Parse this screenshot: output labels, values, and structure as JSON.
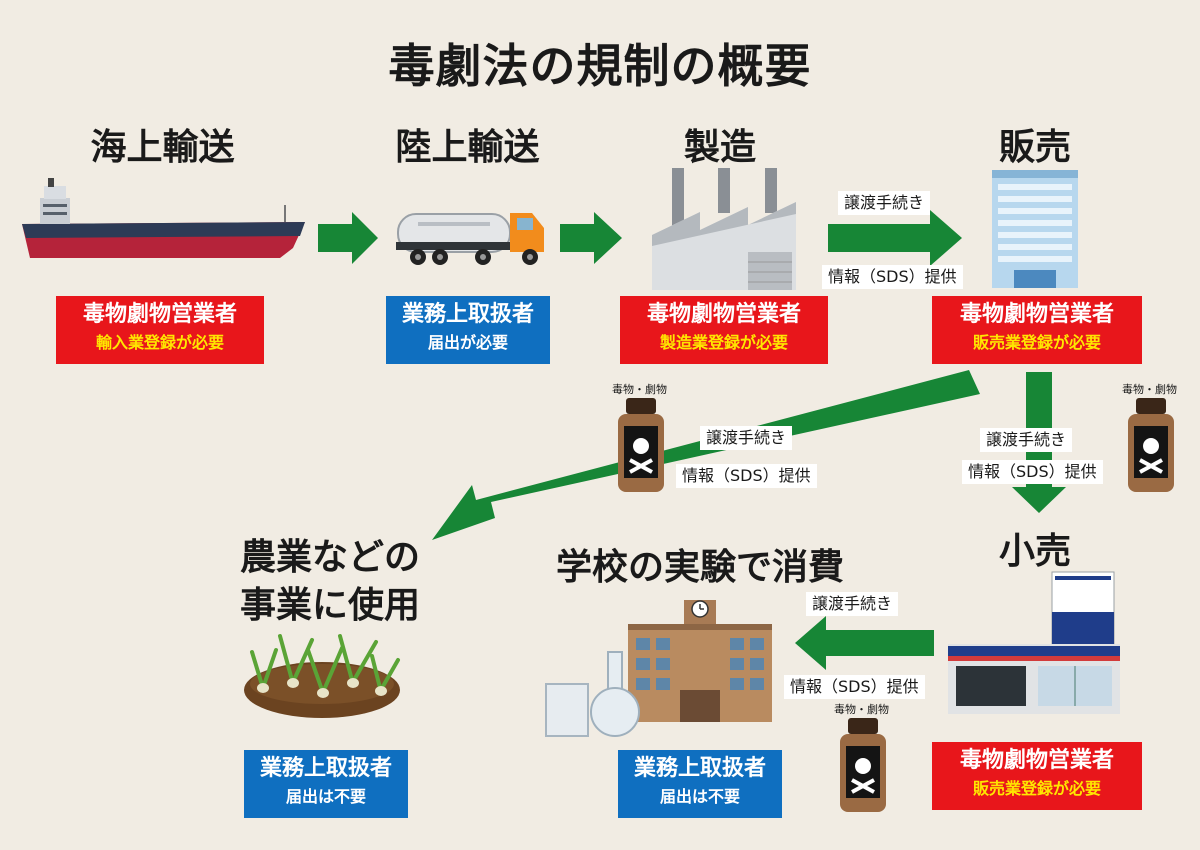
{
  "title": "毒劇法の規制の概要",
  "stages": {
    "sea": "海上輸送",
    "land": "陸上輸送",
    "manufacture": "製造",
    "sales": "販売",
    "retail": "小売",
    "agri_line1": "農業などの",
    "agri_line2": "事業に使用",
    "school": "学校の実験で消費"
  },
  "badges": {
    "sea": {
      "line1": "毒物劇物営業者",
      "line2": "輸入業登録が必要"
    },
    "land": {
      "line1": "業務上取扱者",
      "line2": "届出が必要"
    },
    "manufacture": {
      "line1": "毒物劇物営業者",
      "line2": "製造業登録が必要"
    },
    "sales": {
      "line1": "毒物劇物営業者",
      "line2": "販売業登録が必要"
    },
    "retail": {
      "line1": "毒物劇物営業者",
      "line2": "販売業登録が必要"
    },
    "agri": {
      "line1": "業務上取扱者",
      "line2": "届出は不要"
    },
    "school": {
      "line1": "業務上取扱者",
      "line2": "届出は不要"
    }
  },
  "flow_labels": {
    "transfer": "譲渡手続き",
    "info": "情報（SDS）提供"
  },
  "bottle_label": "毒物・劇物",
  "colors": {
    "background": "#f1ece3",
    "arrow": "#178636",
    "badge_red": "#e8161b",
    "badge_blue": "#0f6fc0",
    "badge_sub_yellow": "#ffe600"
  },
  "icons": [
    "cargo-ship-icon",
    "tanker-truck-icon",
    "factory-icon",
    "office-building-icon",
    "poison-bottle-icon",
    "convenience-store-icon",
    "school-icon",
    "lab-glassware-icon",
    "crop-field-icon"
  ]
}
